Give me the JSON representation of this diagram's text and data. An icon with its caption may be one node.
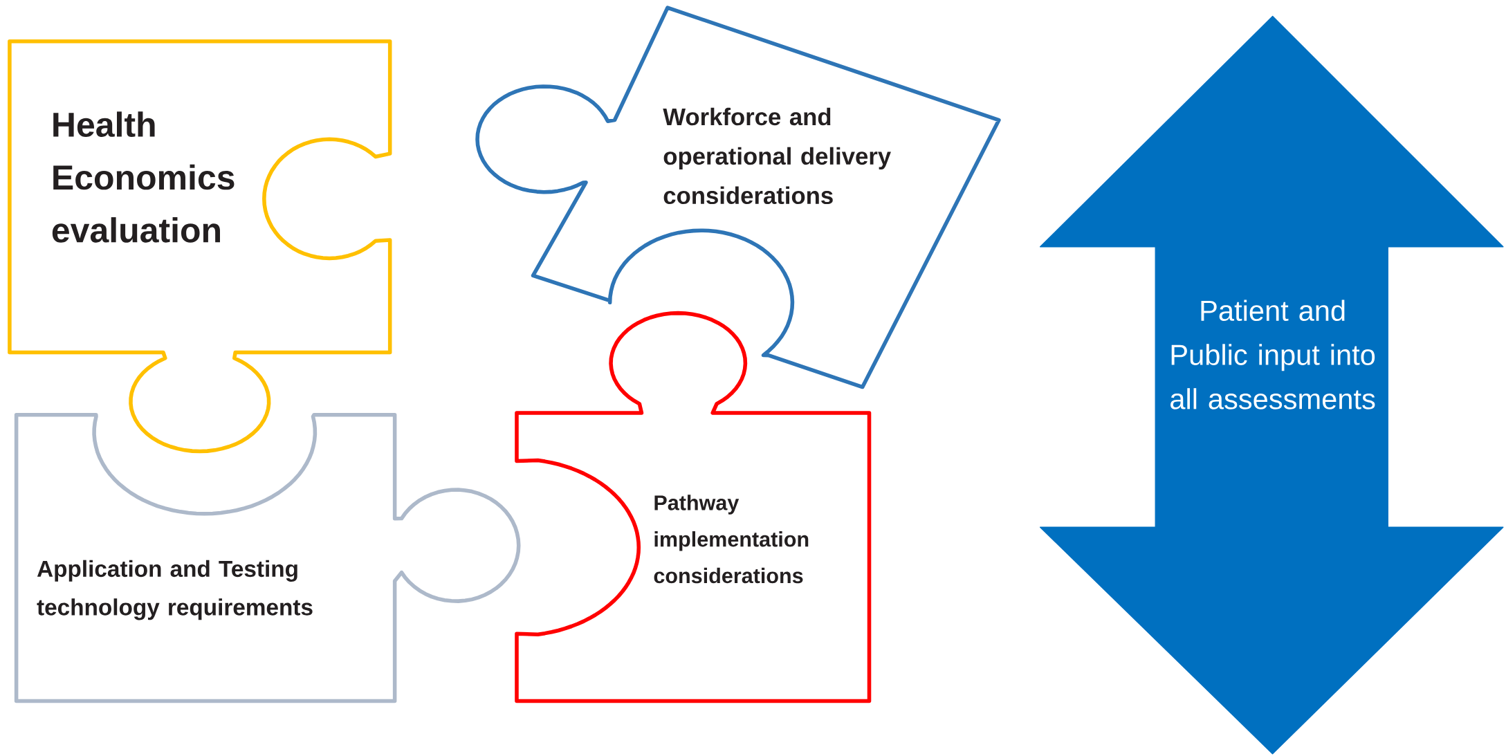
{
  "diagram": {
    "nodes": [
      {
        "text": [
          "Health Economics evaluation"
        ]
      },
      {
        "text": [
          "Workforce and operational delivery considerations"
        ]
      },
      {
        "text": [
          "Application and Testing technology requirements"
        ]
      },
      {
        "text": [
          "Pathway implementation considerations"
        ]
      },
      {
        "text": [
          "Patient and Public input into all assessments"
        ]
      }
    ]
  }
}
